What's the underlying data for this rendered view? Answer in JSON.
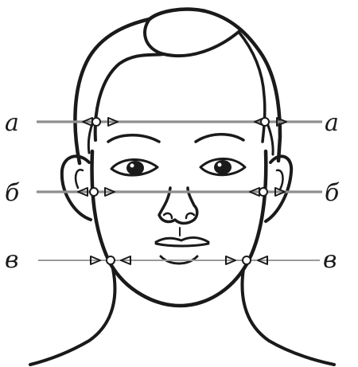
{
  "figure": {
    "colors": {
      "line": "#1a1a1a",
      "guide": "#8f8f8f",
      "background": "#ffffff"
    }
  },
  "levels": [
    {
      "id": "a",
      "label_left": "а",
      "label_right": "а"
    },
    {
      "id": "b",
      "label_left": "б",
      "label_right": "б"
    },
    {
      "id": "v",
      "label_left": "в",
      "label_right": "в"
    }
  ]
}
